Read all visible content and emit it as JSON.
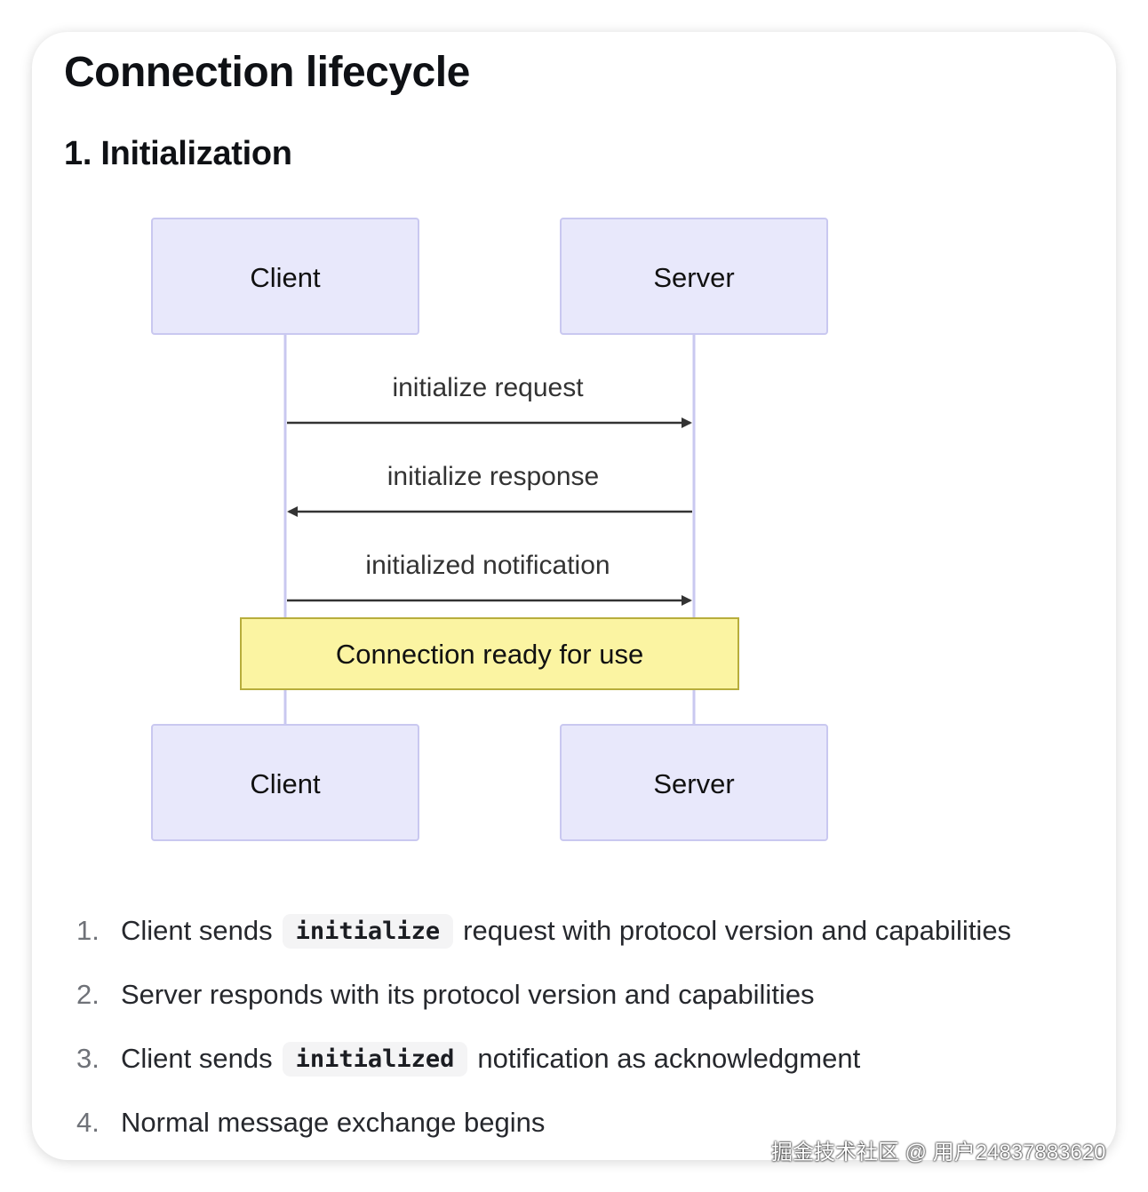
{
  "title": "Connection lifecycle",
  "section": "1. Initialization",
  "diagram": {
    "participants": {
      "client": "Client",
      "server": "Server"
    },
    "messages": [
      {
        "label": "initialize request",
        "from": "client",
        "to": "server"
      },
      {
        "label": "initialize response",
        "from": "server",
        "to": "client"
      },
      {
        "label": "initialized notification",
        "from": "client",
        "to": "server"
      }
    ],
    "note": "Connection ready for use",
    "colors": {
      "actor_fill": "#e8e8fb",
      "actor_stroke": "#c9c8f0",
      "note_fill": "#fbf4a2",
      "note_stroke": "#b7ad3c",
      "arrow": "#333333"
    }
  },
  "steps": [
    {
      "number": "1.",
      "before": "Client sends",
      "code": "initialize",
      "after": "request with protocol version and capabilities"
    },
    {
      "number": "2.",
      "before": "Server responds with its protocol version and capabilities",
      "code": "",
      "after": ""
    },
    {
      "number": "3.",
      "before": "Client sends",
      "code": "initialized",
      "after": "notification as acknowledgment"
    },
    {
      "number": "4.",
      "before": "Normal message exchange begins",
      "code": "",
      "after": ""
    }
  ],
  "watermark": "掘金技术社区 @ 用户24837883620"
}
